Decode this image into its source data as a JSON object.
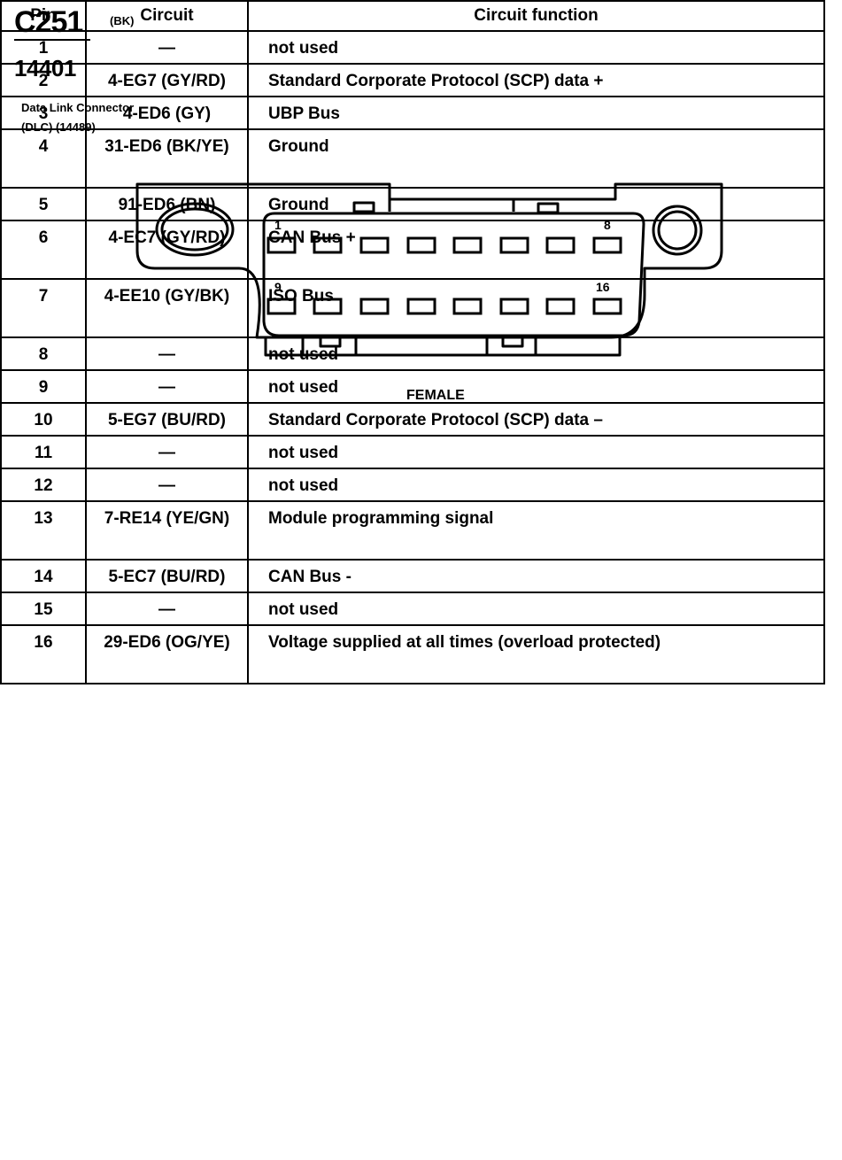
{
  "header": {
    "connector_id": "C251",
    "color_code": "(BK)",
    "part_number": "14401",
    "description_line1": "Data Link Connector",
    "description_line2": "(DLC) (14489)"
  },
  "diagram": {
    "pin_label_1": "1",
    "pin_label_8": "8",
    "pin_label_9": "9",
    "pin_label_16": "16",
    "gender_label": "FEMALE"
  },
  "table": {
    "headers": [
      "Pin",
      "Circuit",
      "Circuit function"
    ],
    "rows": [
      {
        "pin": "1",
        "circuit": "—",
        "function": "not used"
      },
      {
        "pin": "2",
        "circuit": "4-EG7 (GY/RD)",
        "function": "Standard Corporate Protocol (SCP) data +"
      },
      {
        "pin": "3",
        "circuit": "4-ED6 (GY)",
        "function": "UBP Bus"
      },
      {
        "pin": "4",
        "circuit": "31-ED6 (BK/YE)",
        "function": "Ground"
      },
      {
        "pin": "5",
        "circuit": "91-ED6 (BN)",
        "function": "Ground"
      },
      {
        "pin": "6",
        "circuit": "4-EC7 (GY/RD)",
        "function": "CAN Bus +"
      },
      {
        "pin": "7",
        "circuit": "4-EE10 (GY/BK)",
        "function": "ISO Bus"
      },
      {
        "pin": "8",
        "circuit": "—",
        "function": "not used"
      },
      {
        "pin": "9",
        "circuit": "—",
        "function": "not used"
      },
      {
        "pin": "10",
        "circuit": "5-EG7 (BU/RD)",
        "function": "Standard Corporate Protocol (SCP) data –"
      },
      {
        "pin": "11",
        "circuit": "—",
        "function": "not used"
      },
      {
        "pin": "12",
        "circuit": "—",
        "function": "not used"
      },
      {
        "pin": "13",
        "circuit": "7-RE14 (YE/GN)",
        "function": "Module programming signal"
      },
      {
        "pin": "14",
        "circuit": "5-EC7 (BU/RD)",
        "function": "CAN Bus -"
      },
      {
        "pin": "15",
        "circuit": "—",
        "function": "not used"
      },
      {
        "pin": "16",
        "circuit": "29-ED6 (OG/YE)",
        "function": "Voltage supplied at all times (overload protected)"
      }
    ]
  }
}
